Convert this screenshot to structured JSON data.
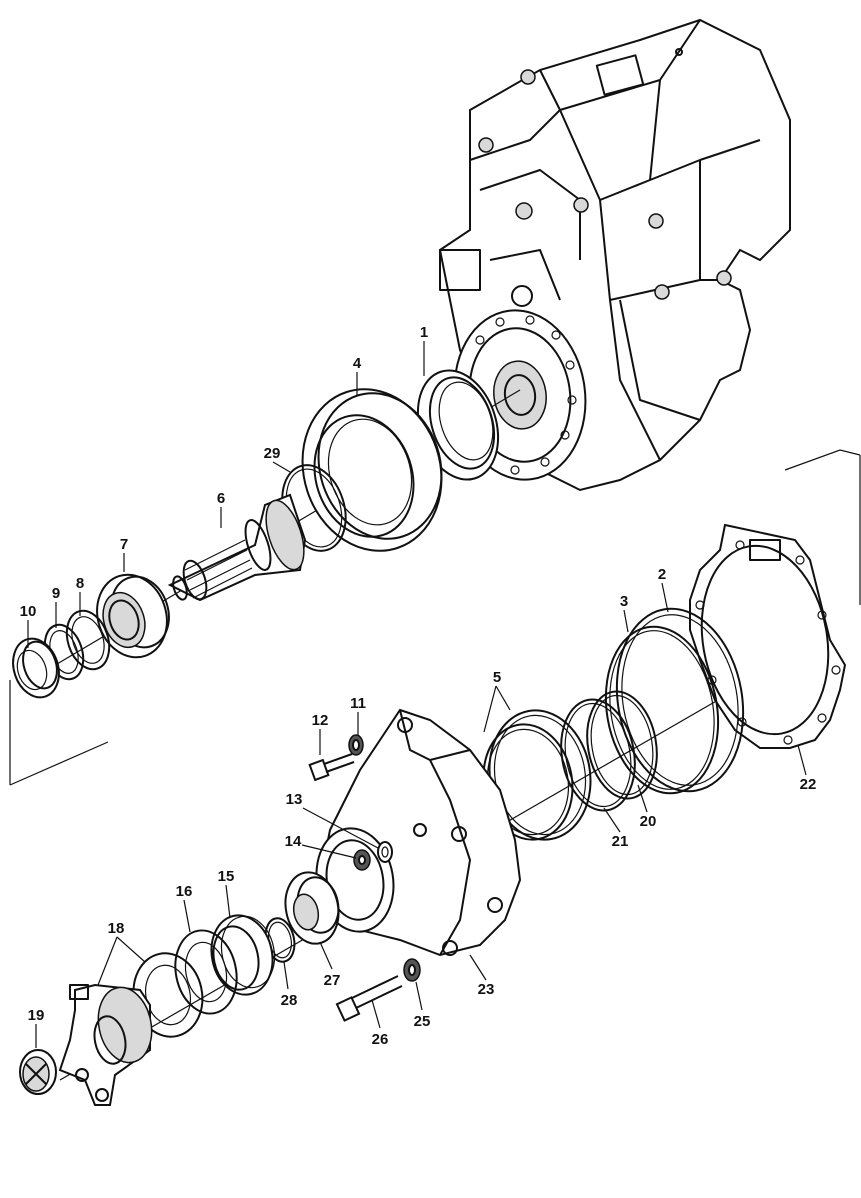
{
  "callouts": [
    {
      "label": "1",
      "ref": "ring-1"
    },
    {
      "label": "2",
      "ref": "ring-2"
    },
    {
      "label": "3",
      "ref": "ring-3"
    },
    {
      "label": "4",
      "ref": "housing-ring-4"
    },
    {
      "label": "5",
      "ref": "seal-rings-5"
    },
    {
      "label": "6",
      "ref": "shaft-6"
    },
    {
      "label": "7",
      "ref": "bearing-7"
    },
    {
      "label": "8",
      "ref": "ring-8"
    },
    {
      "label": "9",
      "ref": "ring-9"
    },
    {
      "label": "10",
      "ref": "bearing-cup-10"
    },
    {
      "label": "11",
      "ref": "washer-11"
    },
    {
      "label": "12",
      "ref": "bolt-12"
    },
    {
      "label": "13",
      "ref": "washer-13"
    },
    {
      "label": "14",
      "ref": "bolt-14"
    },
    {
      "label": "15",
      "ref": "seal-15"
    },
    {
      "label": "16",
      "ref": "ring-16"
    },
    {
      "label": "18",
      "ref": "shim-18"
    },
    {
      "label": "19",
      "ref": "cap-19"
    },
    {
      "label": "20",
      "ref": "ring-20"
    },
    {
      "label": "21",
      "ref": "ring-21"
    },
    {
      "label": "22",
      "ref": "gasket-22"
    },
    {
      "label": "23",
      "ref": "cover-housing-23"
    },
    {
      "label": "25",
      "ref": "washer-25"
    },
    {
      "label": "26",
      "ref": "bolt-26"
    },
    {
      "label": "27",
      "ref": "bearing-27"
    },
    {
      "label": "28",
      "ref": "snap-ring-28"
    },
    {
      "label": "29",
      "ref": "o-ring-29"
    }
  ]
}
